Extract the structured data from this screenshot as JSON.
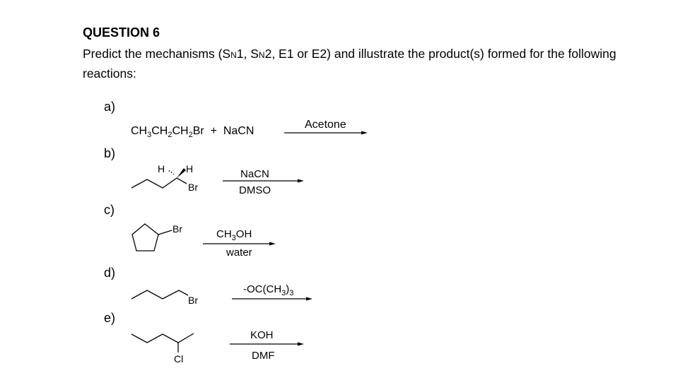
{
  "question": {
    "title": "QUESTION 6",
    "prompt_part1": "Predict the mechanisms (S",
    "sn_sub": "N",
    "prompt_part2": "1, S",
    "prompt_part3": "2, E1 or E2) and illustrate the product(s) formed for the following",
    "prompt_line2": "reactions:"
  },
  "reactions": [
    {
      "label": "a)",
      "reactant_formula": [
        "CH",
        "3",
        "CH",
        "2",
        "CH",
        "2",
        "Br"
      ],
      "plus": "+",
      "reagent": "NaCN",
      "above_arrow": "Acetone",
      "below_arrow": ""
    },
    {
      "label": "b)",
      "substituents": {
        "h_dash": "H",
        "h_wedge": "H",
        "halogen": "Br"
      },
      "above_arrow": "NaCN",
      "below_arrow": "DMSO"
    },
    {
      "label": "c)",
      "substituents": {
        "halogen": "Br"
      },
      "above_arrow_parts": [
        "CH",
        "3",
        "OH"
      ],
      "below_arrow": "water"
    },
    {
      "label": "d)",
      "substituents": {
        "halogen": "Br"
      },
      "above_arrow_parts": [
        "-OC(CH",
        "3",
        ")",
        "3"
      ],
      "below_arrow": ""
    },
    {
      "label": "e)",
      "substituents": {
        "halogen": "Cl"
      },
      "above_arrow": "KOH",
      "below_arrow": "DMF"
    }
  ]
}
